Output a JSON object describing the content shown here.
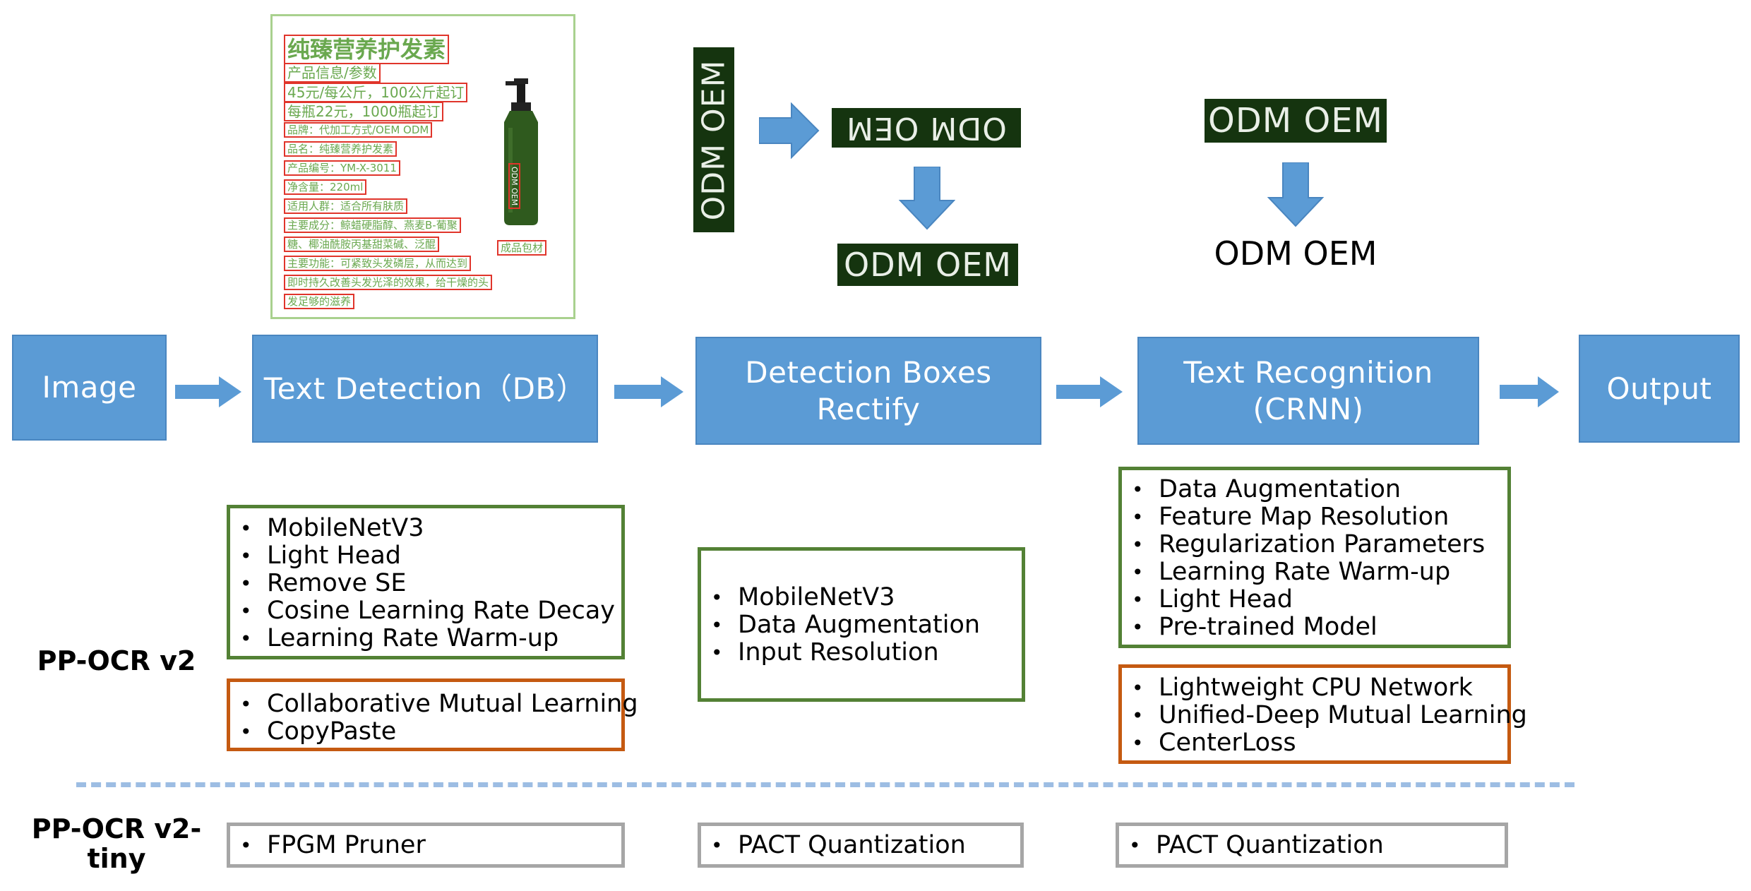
{
  "pipeline": {
    "image": "Image",
    "detection_line1": "Text Detection（DB）",
    "rectify_line1": "Detection Boxes",
    "rectify_line2": "Rectify",
    "recognition_line1": "Text Recognition",
    "recognition_line2": "(CRNN)",
    "output": "Output"
  },
  "labels": {
    "v2": "PP-OCR v2",
    "tiny_line1": "PP-OCR v2-",
    "tiny_line2": "tiny"
  },
  "examples": {
    "crop_text": "ODM OEM",
    "result_text": "ODM OEM",
    "product_lines": [
      "纯臻营养护发素",
      "产品信息/参数",
      "45元/每公斤，100公斤起订",
      "每瓶22元，1000瓶起订",
      "品牌：代加工方式/OEM ODM",
      "品名：纯臻营养护发素",
      "产品编号：YM-X-3011",
      "净含量：220ml",
      "适用人群：适合所有肤质",
      "主要成分：鲸蜡硬脂醇、燕麦B-葡聚",
      "糖、椰油酰胺丙基甜菜碱、泛醌",
      "主要功能：可紧致头发磷层，从而达到",
      "即时持久改善头发光泽的效果，给干燥的头",
      "发足够的滋养"
    ],
    "product_label": "成品包材",
    "bottle_text": "ODM OEM"
  },
  "boxes": {
    "det_green": [
      "MobileNetV3",
      "Light Head",
      "Remove SE",
      "Cosine Learning Rate Decay",
      "Learning Rate Warm-up"
    ],
    "det_orange": [
      "Collaborative Mutual Learning",
      "CopyPaste"
    ],
    "rect_green": [
      "MobileNetV3",
      "Data Augmentation",
      "Input Resolution"
    ],
    "rec_green": [
      "Data Augmentation",
      "Feature Map Resolution",
      "Regularization Parameters",
      "Learning Rate Warm-up",
      "Light Head",
      "Pre-trained Model"
    ],
    "rec_orange": [
      "Lightweight CPU Network",
      "Unified-Deep Mutual Learning",
      "CenterLoss"
    ],
    "tiny_det": [
      "FPGM Pruner"
    ],
    "tiny_rect": [
      "PACT Quantization"
    ],
    "tiny_rec": [
      "PACT Quantization"
    ]
  },
  "colors": {
    "stage_blue": "#5b9bd5",
    "green_border": "#538135",
    "orange_border": "#c55a11",
    "gray_border": "#a6a6a6",
    "dash_blue": "#9dbde3"
  }
}
